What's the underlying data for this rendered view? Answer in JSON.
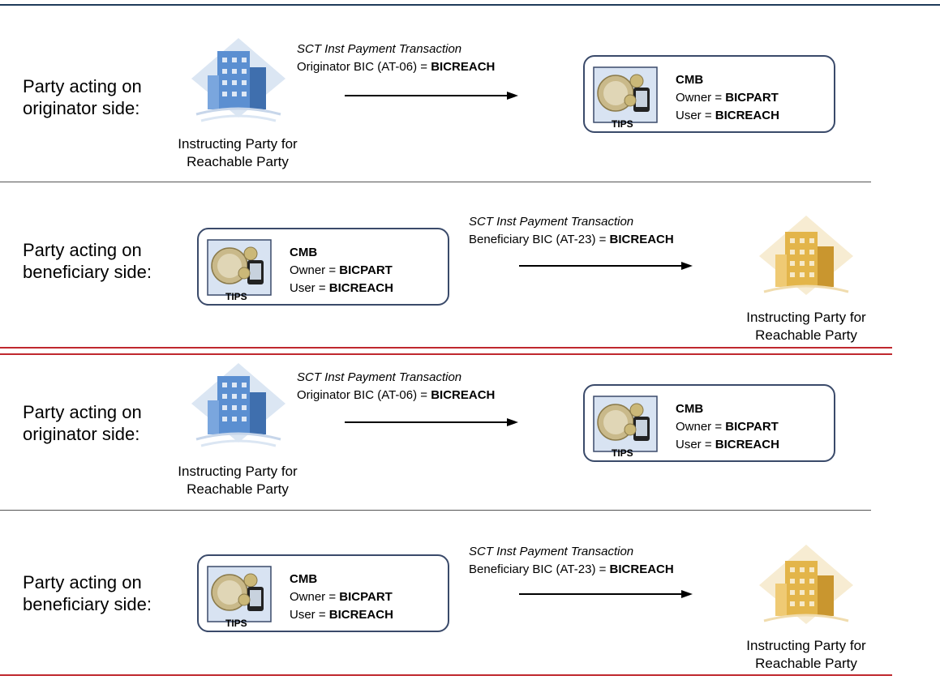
{
  "rows": [
    {
      "side_label_line1": "Party acting on",
      "side_label_line2": "originator side:",
      "caption_line1": "Instructing Party for",
      "caption_line2": "Reachable Party",
      "txn_title": "SCT Inst Payment Transaction",
      "txn_prefix": "Originator BIC (AT-06) = ",
      "txn_value": "BICREACH",
      "cmb_title": "CMB",
      "owner_prefix": "Owner = ",
      "owner_value": "BICPART",
      "user_prefix": "User = ",
      "user_value": "BICREACH",
      "tips_label": "TIPS"
    },
    {
      "side_label_line1": "Party acting on",
      "side_label_line2": "beneficiary side:",
      "caption_line1": "Instructing Party for",
      "caption_line2": "Reachable Party",
      "txn_title": "SCT Inst Payment Transaction",
      "txn_prefix": "Beneficiary BIC (AT-23) = ",
      "txn_value": "BICREACH",
      "cmb_title": "CMB",
      "owner_prefix": "Owner = ",
      "owner_value": "BICPART",
      "user_prefix": "User = ",
      "user_value": "BICREACH",
      "tips_label": "TIPS"
    },
    {
      "side_label_line1": "Party acting on",
      "side_label_line2": "originator side:",
      "caption_line1": "Instructing Party for",
      "caption_line2": "Reachable Party",
      "txn_title": "SCT Inst Payment Transaction",
      "txn_prefix": "Originator BIC (AT-06) = ",
      "txn_value": "BICREACH",
      "cmb_title": "CMB",
      "owner_prefix": "Owner = ",
      "owner_value": "BICPART",
      "user_prefix": "User = ",
      "user_value": "BICREACH",
      "tips_label": "TIPS"
    },
    {
      "side_label_line1": "Party acting on",
      "side_label_line2": "beneficiary side:",
      "caption_line1": "Instructing Party for",
      "caption_line2": "Reachable Party",
      "txn_title": "SCT Inst Payment Transaction",
      "txn_prefix": "Beneficiary BIC (AT-23) = ",
      "txn_value": "BICREACH",
      "cmb_title": "CMB",
      "owner_prefix": "Owner = ",
      "owner_value": "BICPART",
      "user_prefix": "User = ",
      "user_value": "BICREACH",
      "tips_label": "TIPS"
    }
  ],
  "colors": {
    "top_rule": "#1f3b5a",
    "divider": "#555555",
    "red_rule": "#c0282e",
    "box_border": "#3a4a6a",
    "originator_building": "#5b8fd1",
    "beneficiary_building": "#e3b54a"
  }
}
